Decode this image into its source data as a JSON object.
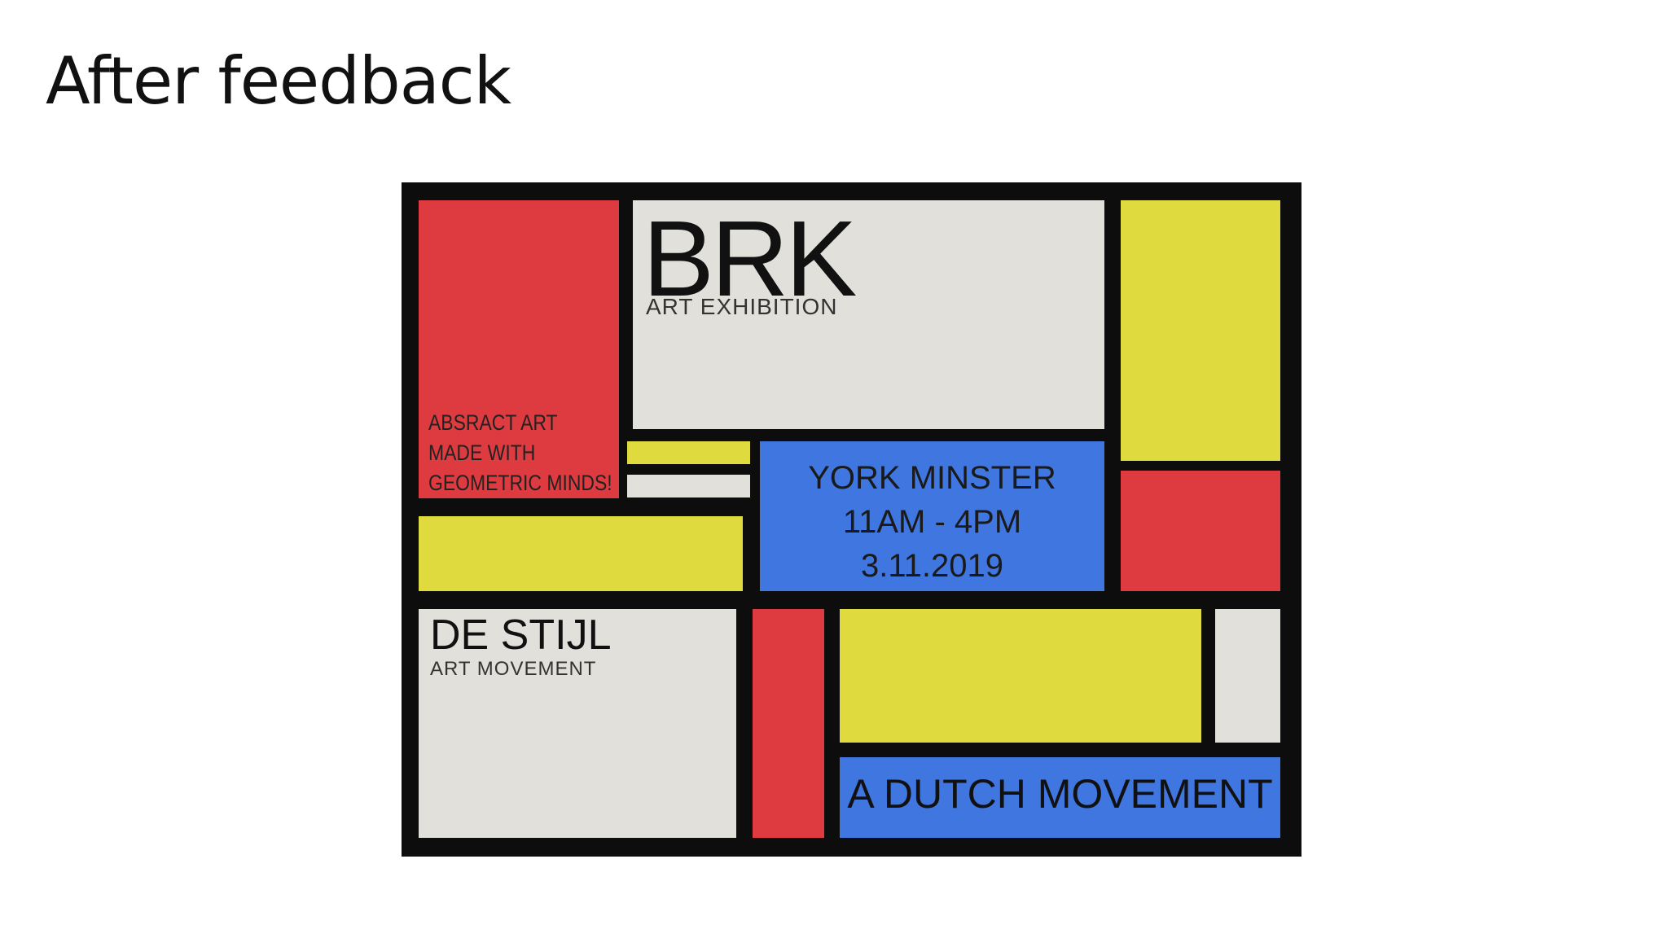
{
  "slide": {
    "title": "After feedback"
  },
  "poster": {
    "brk_title": "BRK",
    "brk_subtitle": "ART EXHIBITION",
    "tagline": [
      "ABSRACT ART",
      "MADE WITH",
      "GEOMETRIC MINDS!"
    ],
    "venue": {
      "place": "YORK MINSTER",
      "time": "11AM - 4PM",
      "date": "3.11.2019"
    },
    "movement_title": "DE STIJL",
    "movement_subtitle": "ART MOVEMENT",
    "footer": "A DUTCH MOVEMENT"
  },
  "colors": {
    "red": "#dd3b3f",
    "yellow": "#dfdb3e",
    "blue": "#3f76e0",
    "grey": "#e1e0da",
    "black": "#0d0d0d"
  }
}
